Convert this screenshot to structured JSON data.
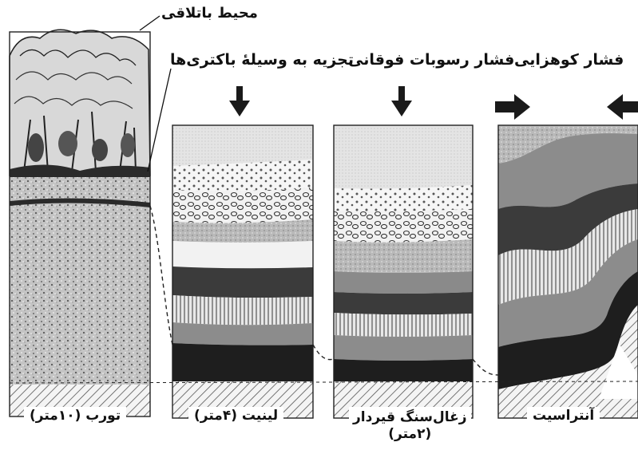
{
  "labels": {
    "swamp_environment": "محیط باتلاقی",
    "bacterial_decomposition": "تجزیه به وسیلهٔ باکتری‌ها",
    "overburden_pressure": "فشار رسوبات فوقانی",
    "orogenic_pressure": "فشار کوهزایی"
  },
  "columns": {
    "peat": "تورب (۱۰متر)",
    "lignite": "لینیت (۴متر)",
    "bituminous_line1": "زغال‌سنگ قیردار",
    "bituminous_line2": "(۲متر)",
    "anthracite": "آنتراسیت"
  },
  "colors": {
    "coal_seam": "#1e1e1e",
    "dark_layer": "#4a4a4a",
    "mid_layer": "#8c8c8c",
    "light_layer": "#cfcfcf",
    "ink": "#111111"
  }
}
